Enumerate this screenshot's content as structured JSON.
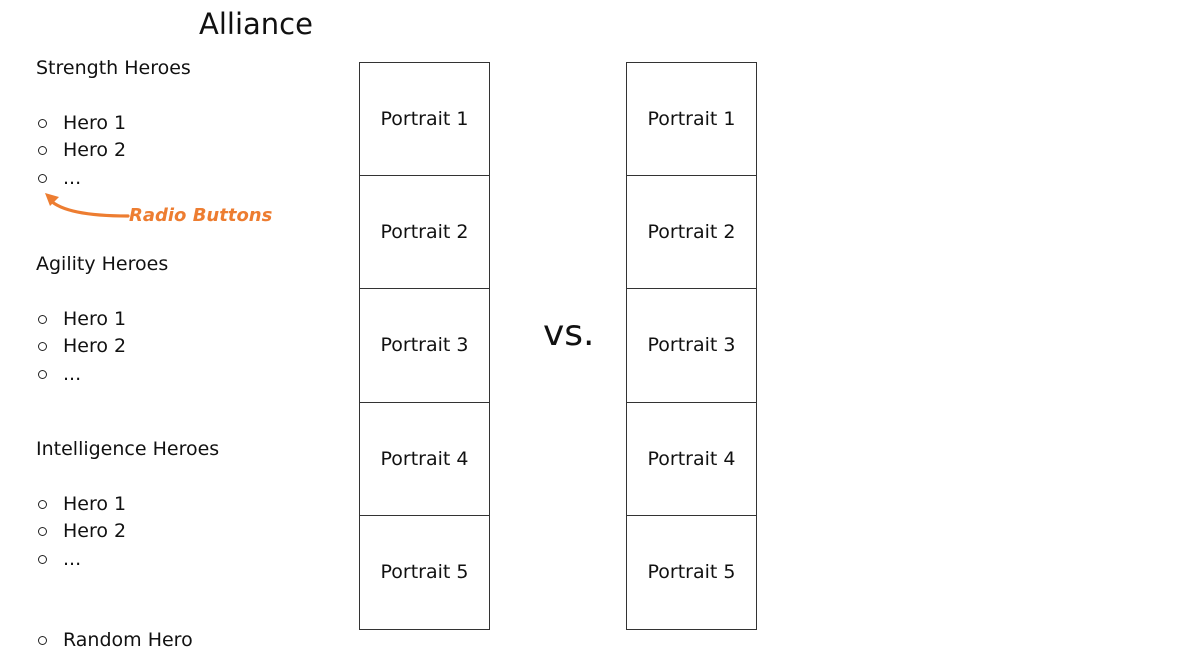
{
  "title": "Alliance",
  "colors": {
    "annotation": "#ED7D31",
    "text": "#111111",
    "border": "#333333"
  },
  "groups": [
    {
      "title": "Strength Heroes",
      "options": [
        "Hero 1",
        "Hero 2",
        "..."
      ]
    },
    {
      "title": "Agility Heroes",
      "options": [
        "Hero 1",
        "Hero 2",
        "..."
      ]
    },
    {
      "title": "Intelligence Heroes",
      "options": [
        "Hero 1",
        "Hero 2",
        "..."
      ]
    }
  ],
  "random_option": "Random Hero",
  "annotation": {
    "label": "Radio Buttons",
    "icon": "curved-arrow-icon"
  },
  "vs_label": "vs.",
  "team_left": {
    "portraits": [
      "Portrait 1",
      "Portrait 2",
      "Portrait 3",
      "Portrait 4",
      "Portrait 5"
    ]
  },
  "team_right": {
    "portraits": [
      "Portrait 1",
      "Portrait 2",
      "Portrait 3",
      "Portrait 4",
      "Portrait 5"
    ]
  }
}
